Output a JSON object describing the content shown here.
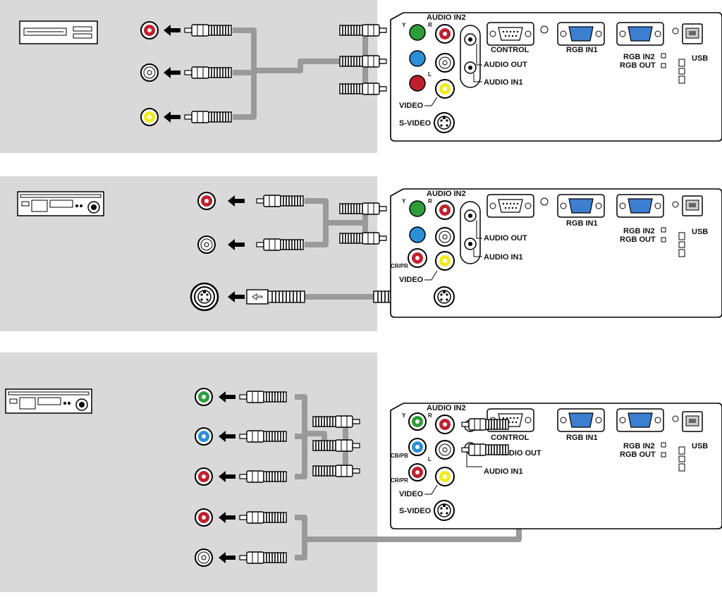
{
  "labels": {
    "audio_in2": "AUDIO IN2",
    "control": "CONTROL",
    "rgb_in1": "RGB IN1",
    "rgb_in2": "RGB IN2",
    "rgb_out": "RGB OUT",
    "usb": "USB",
    "audio_out": "AUDIO OUT",
    "audio_in1": "AUDIO IN1",
    "video": "VIDEO",
    "s_video": "S-VIDEO",
    "y": "Y",
    "r": "R",
    "l": "L",
    "cb_pb": "CB/PB",
    "cr_pr": "CR/PR"
  },
  "colors": {
    "panel_bg": "#d9d9d9",
    "cable": "#9a9a9a",
    "red": "#c0202e",
    "white": "#ffffff",
    "yellow": "#f2ea1c",
    "green": "#2e9e3a",
    "blue": "#2a8fd6",
    "vga_blue": "#3c7ed0"
  },
  "devices": [
    {
      "icon": "vcr-icon",
      "jacks": [
        "red",
        "white",
        "yellow"
      ]
    },
    {
      "icon": "dvd-player-icon",
      "jacks": [
        "red",
        "white",
        "s-video"
      ]
    },
    {
      "icon": "dvd-player-icon",
      "jacks": [
        "green",
        "blue",
        "red",
        "red",
        "white"
      ]
    }
  ]
}
